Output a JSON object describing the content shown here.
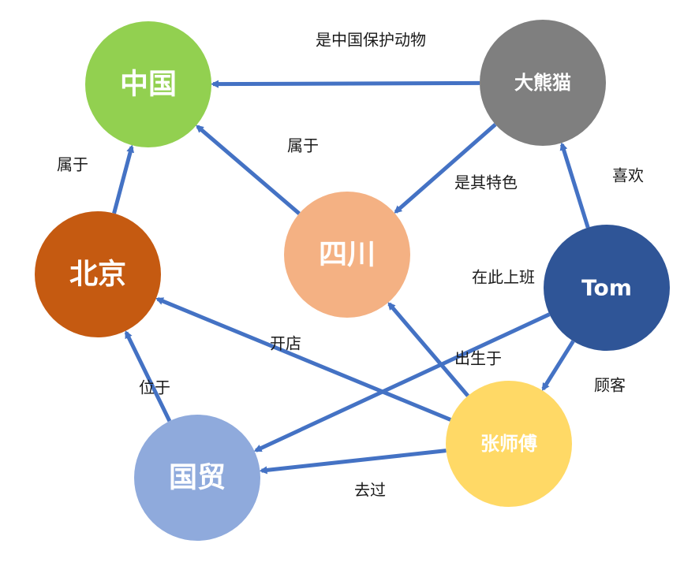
{
  "colors": {
    "edge": "#4472C4",
    "node_text": "#FFFFFF",
    "edge_text": "#1A1A1A"
  },
  "nodes": [
    {
      "id": "zhongguo",
      "label": "中国",
      "color": "#92D050"
    },
    {
      "id": "daxiongmao",
      "label": "大熊猫",
      "color": "#7F7F7F"
    },
    {
      "id": "beijing",
      "label": "北京",
      "color": "#C55A11"
    },
    {
      "id": "sichuan",
      "label": "四川",
      "color": "#F4B183"
    },
    {
      "id": "tom",
      "label": "Tom",
      "color": "#2F5597"
    },
    {
      "id": "guomao",
      "label": "国贸",
      "color": "#8FAADC"
    },
    {
      "id": "zhangshifu",
      "label": "张师傅",
      "color": "#FFD966"
    }
  ],
  "edges": [
    {
      "from": "daxiongmao",
      "to": "zhongguo",
      "label": "是中国保护动物"
    },
    {
      "from": "beijing",
      "to": "zhongguo",
      "label": "属于"
    },
    {
      "from": "sichuan",
      "to": "zhongguo",
      "label": "属于"
    },
    {
      "from": "daxiongmao",
      "to": "sichuan",
      "label": "是其特色"
    },
    {
      "from": "tom",
      "to": "daxiongmao",
      "label": "喜欢"
    },
    {
      "from": "tom",
      "to": "guomao",
      "label": "在此上班"
    },
    {
      "from": "zhangshifu",
      "to": "beijing",
      "label": "开店"
    },
    {
      "from": "zhangshifu",
      "to": "sichuan",
      "label": "出生于"
    },
    {
      "from": "tom",
      "to": "zhangshifu",
      "label": "顾客"
    },
    {
      "from": "guomao",
      "to": "beijing",
      "label": "位于"
    },
    {
      "from": "zhangshifu",
      "to": "guomao",
      "label": "去过"
    }
  ]
}
